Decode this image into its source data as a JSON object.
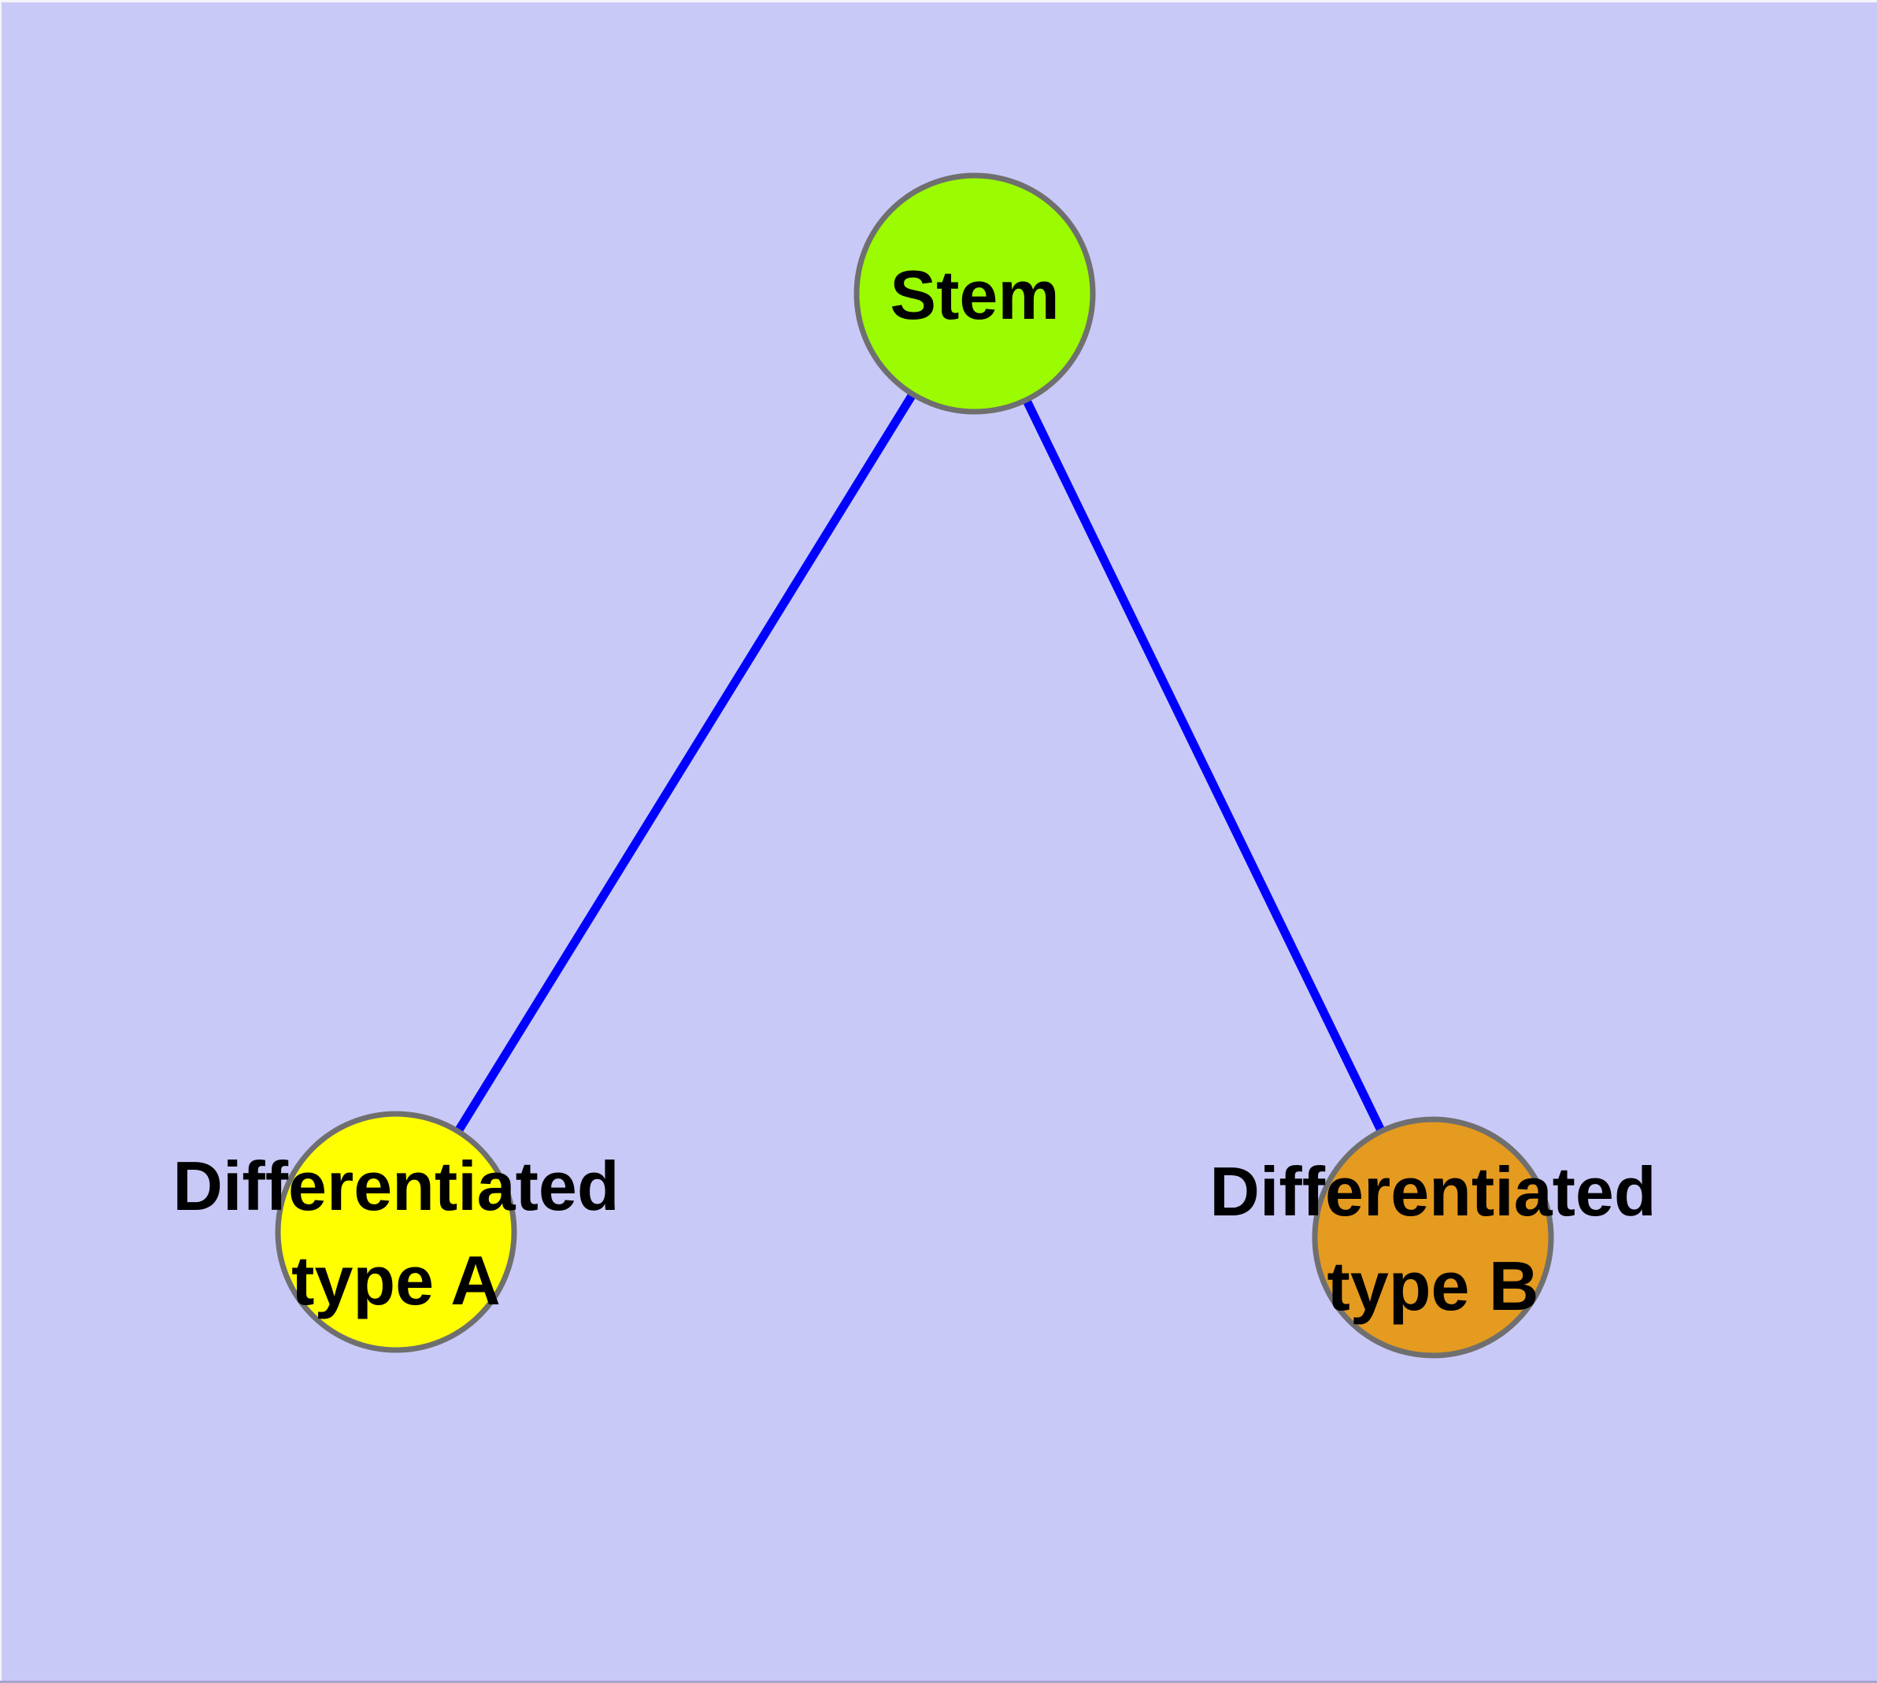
{
  "diagram": {
    "type": "node-link-graph",
    "background_color": "#c9c9f8",
    "node_border_color": "#6f6f6f",
    "edge_color": "#0000ff",
    "label_color": "#000000",
    "nodes": {
      "stem": {
        "label": "Stem",
        "fill": "#9bfb00"
      },
      "type_a": {
        "label_line1": "Differentiated",
        "label_line2": "type A",
        "fill": "#ffff00"
      },
      "type_b": {
        "label_line1": "Differentiated",
        "label_line2": "type B",
        "fill": "#e59a20"
      }
    },
    "edges": [
      {
        "from": "Stem",
        "to": "Differentiated type A"
      },
      {
        "from": "Stem",
        "to": "Differentiated type B"
      }
    ]
  }
}
